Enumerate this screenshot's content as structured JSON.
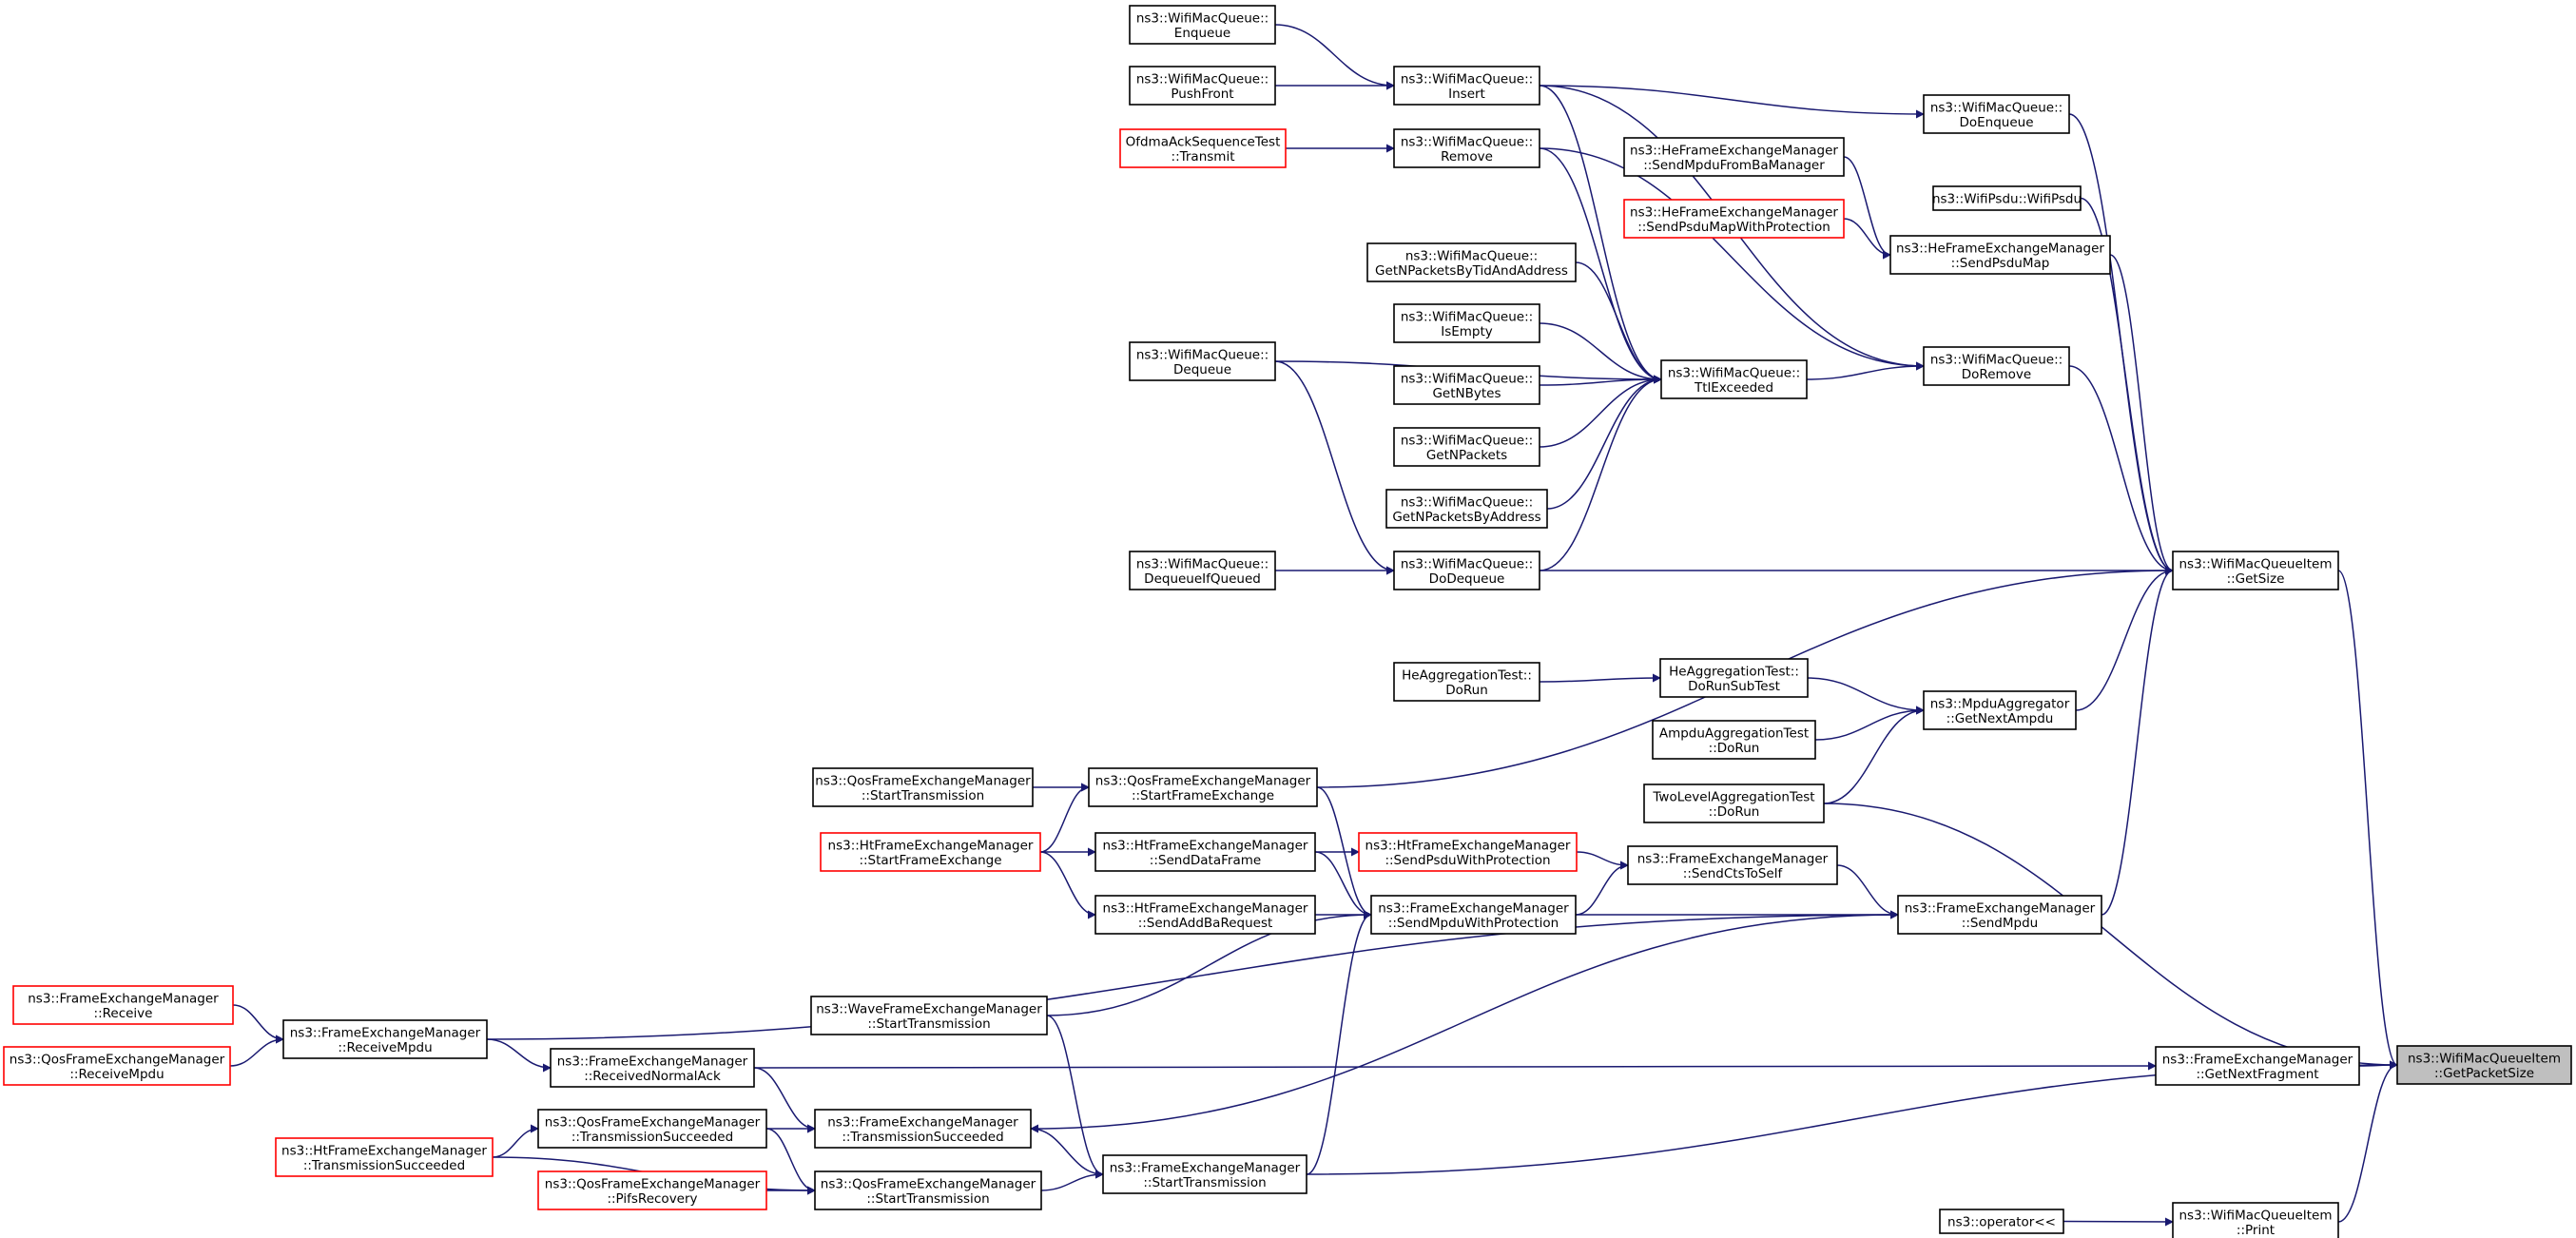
{
  "colors": {
    "edge": "#191970",
    "node_border": "#000000",
    "node_border_truncated": "#ff0000",
    "node_fill": "#ffffff",
    "focus_fill": "#bfbfbf"
  },
  "nodes": [
    {
      "id": "wmq_enqueue",
      "lines": [
        "ns3::WifiMacQueue::",
        "Enqueue"
      ]
    },
    {
      "id": "wmq_pushfront",
      "lines": [
        "ns3::WifiMacQueue::",
        "PushFront"
      ]
    },
    {
      "id": "wmq_insert",
      "lines": [
        "ns3::WifiMacQueue::",
        "Insert"
      ]
    },
    {
      "id": "wmq_doenqueue",
      "lines": [
        "ns3::WifiMacQueue::",
        "DoEnqueue"
      ]
    },
    {
      "id": "ofdma_transmit",
      "lines": [
        "OfdmaAckSequenceTest",
        "::Transmit"
      ],
      "style": "truncated"
    },
    {
      "id": "wmq_remove",
      "lines": [
        "ns3::WifiMacQueue::",
        "Remove"
      ]
    },
    {
      "id": "hefem_sendmpdufromba",
      "lines": [
        "ns3::HeFrameExchangeManager",
        "::SendMpduFromBaManager"
      ]
    },
    {
      "id": "wifipsdu",
      "lines": [
        "ns3::WifiPsdu::WifiPsdu"
      ]
    },
    {
      "id": "hefem_sendpsdumapwp",
      "lines": [
        "ns3::HeFrameExchangeManager",
        "::SendPsduMapWithProtection"
      ],
      "style": "truncated"
    },
    {
      "id": "hefem_sendpsdumap",
      "lines": [
        "ns3::HeFrameExchangeManager",
        "::SendPsduMap"
      ]
    },
    {
      "id": "wmq_getnpackets_tid",
      "lines": [
        "ns3::WifiMacQueue::",
        "GetNPacketsByTidAndAddress"
      ]
    },
    {
      "id": "wmq_isempty",
      "lines": [
        "ns3::WifiMacQueue::",
        "IsEmpty"
      ]
    },
    {
      "id": "wmq_dequeue",
      "lines": [
        "ns3::WifiMacQueue::",
        "Dequeue"
      ]
    },
    {
      "id": "wmq_ttlexceeded",
      "lines": [
        "ns3::WifiMacQueue::",
        "TtlExceeded"
      ]
    },
    {
      "id": "wmq_doremove",
      "lines": [
        "ns3::WifiMacQueue::",
        "DoRemove"
      ]
    },
    {
      "id": "wmq_getnbytes",
      "lines": [
        "ns3::WifiMacQueue::",
        "GetNBytes"
      ]
    },
    {
      "id": "wmq_getnpackets",
      "lines": [
        "ns3::WifiMacQueue::",
        "GetNPackets"
      ]
    },
    {
      "id": "wmq_getnpackets_addr",
      "lines": [
        "ns3::WifiMacQueue::",
        "GetNPacketsByAddress"
      ]
    },
    {
      "id": "wmq_dequeueifqueued",
      "lines": [
        "ns3::WifiMacQueue::",
        "DequeueIfQueued"
      ]
    },
    {
      "id": "wmq_dodequeue",
      "lines": [
        "ns3::WifiMacQueue::",
        "DoDequeue"
      ]
    },
    {
      "id": "wmqi_getsize",
      "lines": [
        "ns3::WifiMacQueueItem",
        "::GetSize"
      ]
    },
    {
      "id": "heagg_dorun",
      "lines": [
        "HeAggregationTest::",
        "DoRun"
      ]
    },
    {
      "id": "heagg_dorunsubtest",
      "lines": [
        "HeAggregationTest::",
        "DoRunSubTest"
      ]
    },
    {
      "id": "ampduagg_dorun",
      "lines": [
        "AmpduAggregationTest",
        "::DoRun"
      ]
    },
    {
      "id": "mpduagg_getnextampdu",
      "lines": [
        "ns3::MpduAggregator",
        "::GetNextAmpdu"
      ]
    },
    {
      "id": "qosfem_starttransmission_a",
      "lines": [
        "ns3::QosFrameExchangeManager",
        "::StartTransmission"
      ]
    },
    {
      "id": "qosfem_startframeexchange",
      "lines": [
        "ns3::QosFrameExchangeManager",
        "::StartFrameExchange"
      ]
    },
    {
      "id": "twolevel_dorun",
      "lines": [
        "TwoLevelAggregationTest",
        "::DoRun"
      ]
    },
    {
      "id": "htfem_startframeexchange",
      "lines": [
        "ns3::HtFrameExchangeManager",
        "::StartFrameExchange"
      ],
      "style": "truncated"
    },
    {
      "id": "htfem_senddataframe",
      "lines": [
        "ns3::HtFrameExchangeManager",
        "::SendDataFrame"
      ]
    },
    {
      "id": "htfem_sendpsduwp",
      "lines": [
        "ns3::HtFrameExchangeManager",
        "::SendPsduWithProtection"
      ],
      "style": "truncated"
    },
    {
      "id": "fem_sendctstoself",
      "lines": [
        "ns3::FrameExchangeManager",
        "::SendCtsToSelf"
      ]
    },
    {
      "id": "htfem_sendaddbarequest",
      "lines": [
        "ns3::HtFrameExchangeManager",
        "::SendAddBaRequest"
      ]
    },
    {
      "id": "fem_sendmpduwp",
      "lines": [
        "ns3::FrameExchangeManager",
        "::SendMpduWithProtection"
      ]
    },
    {
      "id": "fem_sendmpdu",
      "lines": [
        "ns3::FrameExchangeManager",
        "::SendMpdu"
      ]
    },
    {
      "id": "fem_receive",
      "lines": [
        "ns3::FrameExchangeManager",
        "::Receive"
      ],
      "style": "truncated"
    },
    {
      "id": "wavefem_starttransmission",
      "lines": [
        "ns3::WaveFrameExchangeManager",
        "::StartTransmission"
      ]
    },
    {
      "id": "fem_receivempdu",
      "lines": [
        "ns3::FrameExchangeManager",
        "::ReceiveMpdu"
      ]
    },
    {
      "id": "qosfem_receivempdu",
      "lines": [
        "ns3::QosFrameExchangeManager",
        "::ReceiveMpdu"
      ],
      "style": "truncated"
    },
    {
      "id": "fem_receivednormalack",
      "lines": [
        "ns3::FrameExchangeManager",
        "::ReceivedNormalAck"
      ]
    },
    {
      "id": "fem_getnextfragment",
      "lines": [
        "ns3::FrameExchangeManager",
        "::GetNextFragment"
      ]
    },
    {
      "id": "wmqi_getpacketsize",
      "lines": [
        "ns3::WifiMacQueueItem",
        "::GetPacketSize"
      ],
      "style": "focus"
    },
    {
      "id": "htfem_transmissionsucceeded",
      "lines": [
        "ns3::HtFrameExchangeManager",
        "::TransmissionSucceeded"
      ],
      "style": "truncated"
    },
    {
      "id": "qosfem_transmissionsucceeded",
      "lines": [
        "ns3::QosFrameExchangeManager",
        "::TransmissionSucceeded"
      ]
    },
    {
      "id": "fem_transmissionsucceeded",
      "lines": [
        "ns3::FrameExchangeManager",
        "::TransmissionSucceeded"
      ]
    },
    {
      "id": "fem_starttransmission",
      "lines": [
        "ns3::FrameExchangeManager",
        "::StartTransmission"
      ]
    },
    {
      "id": "qosfem_pifsrecovery",
      "lines": [
        "ns3::QosFrameExchangeManager",
        "::PifsRecovery"
      ],
      "style": "truncated"
    },
    {
      "id": "qosfem_starttransmission_b",
      "lines": [
        "ns3::QosFrameExchangeManager",
        "::StartTransmission"
      ]
    },
    {
      "id": "ns3_operator",
      "lines": [
        "ns3::operator<<"
      ]
    },
    {
      "id": "wmqi_print",
      "lines": [
        "ns3::WifiMacQueueItem",
        "::Print"
      ]
    }
  ],
  "edges": [
    [
      "wmq_enqueue",
      "wmq_insert"
    ],
    [
      "wmq_pushfront",
      "wmq_insert"
    ],
    [
      "wmq_insert",
      "wmq_doenqueue"
    ],
    [
      "wmq_insert",
      "wmq_ttlexceeded"
    ],
    [
      "wmq_insert",
      "wmq_doremove"
    ],
    [
      "ofdma_transmit",
      "wmq_remove"
    ],
    [
      "wmq_remove",
      "wmq_ttlexceeded"
    ],
    [
      "wmq_remove",
      "wmq_doremove"
    ],
    [
      "hefem_sendmpdufromba",
      "hefem_sendpsdumap"
    ],
    [
      "hefem_sendpsdumapwp",
      "hefem_sendpsdumap"
    ],
    [
      "wmq_getnpackets_tid",
      "wmq_ttlexceeded"
    ],
    [
      "wmq_isempty",
      "wmq_ttlexceeded"
    ],
    [
      "wmq_dequeue",
      "wmq_ttlexceeded"
    ],
    [
      "wmq_getnbytes",
      "wmq_ttlexceeded"
    ],
    [
      "wmq_getnpackets",
      "wmq_ttlexceeded"
    ],
    [
      "wmq_getnpackets_addr",
      "wmq_ttlexceeded"
    ],
    [
      "wmq_dodequeue",
      "wmq_ttlexceeded"
    ],
    [
      "wmq_ttlexceeded",
      "wmq_doremove"
    ],
    [
      "wmq_dequeue",
      "wmq_dodequeue"
    ],
    [
      "wmq_dequeueifqueued",
      "wmq_dodequeue"
    ],
    [
      "wmq_doenqueue",
      "wmqi_getsize"
    ],
    [
      "wifipsdu",
      "wmqi_getsize"
    ],
    [
      "hefem_sendpsdumap",
      "wmqi_getsize"
    ],
    [
      "wmq_doremove",
      "wmqi_getsize"
    ],
    [
      "wmq_dodequeue",
      "wmqi_getsize"
    ],
    [
      "qosfem_startframeexchange",
      "wmqi_getsize"
    ],
    [
      "mpduagg_getnextampdu",
      "wmqi_getsize"
    ],
    [
      "fem_sendmpdu",
      "wmqi_getsize"
    ],
    [
      "heagg_dorun",
      "heagg_dorunsubtest"
    ],
    [
      "heagg_dorunsubtest",
      "mpduagg_getnextampdu"
    ],
    [
      "ampduagg_dorun",
      "mpduagg_getnextampdu"
    ],
    [
      "twolevel_dorun",
      "mpduagg_getnextampdu"
    ],
    [
      "qosfem_starttransmission_a",
      "qosfem_startframeexchange"
    ],
    [
      "htfem_startframeexchange",
      "qosfem_startframeexchange"
    ],
    [
      "htfem_startframeexchange",
      "htfem_senddataframe"
    ],
    [
      "htfem_startframeexchange",
      "htfem_sendaddbarequest"
    ],
    [
      "htfem_senddataframe",
      "htfem_sendpsduwp"
    ],
    [
      "htfem_sendpsduwp",
      "fem_sendctstoself"
    ],
    [
      "fem_sendmpduwp",
      "fem_sendctstoself"
    ],
    [
      "fem_sendctstoself",
      "fem_sendmpdu"
    ],
    [
      "qosfem_startframeexchange",
      "fem_sendmpduwp"
    ],
    [
      "htfem_senddataframe",
      "fem_sendmpduwp"
    ],
    [
      "htfem_sendaddbarequest",
      "fem_sendmpduwp"
    ],
    [
      "wavefem_starttransmission",
      "fem_sendmpduwp"
    ],
    [
      "fem_starttransmission",
      "fem_sendmpduwp"
    ],
    [
      "fem_sendmpduwp",
      "fem_sendmpdu"
    ],
    [
      "fem_receivempdu",
      "fem_sendmpdu"
    ],
    [
      "fem_receive",
      "fem_receivempdu"
    ],
    [
      "qosfem_receivempdu",
      "fem_receivempdu"
    ],
    [
      "fem_receivempdu",
      "fem_receivednormalack"
    ],
    [
      "fem_receivednormalack",
      "fem_getnextfragment"
    ],
    [
      "fem_getnextfragment",
      "wmqi_getpacketsize"
    ],
    [
      "wmqi_getsize",
      "wmqi_getpacketsize"
    ],
    [
      "twolevel_dorun",
      "wmqi_getpacketsize"
    ],
    [
      "fem_starttransmission",
      "wmqi_getpacketsize"
    ],
    [
      "wmqi_print",
      "wmqi_getpacketsize"
    ],
    [
      "ns3_operator",
      "wmqi_print"
    ],
    [
      "fem_receivednormalack",
      "fem_transmissionsucceeded"
    ],
    [
      "fem_sendmpdu",
      "fem_transmissionsucceeded"
    ],
    [
      "htfem_transmissionsucceeded",
      "qosfem_transmissionsucceeded"
    ],
    [
      "qosfem_transmissionsucceeded",
      "fem_transmissionsucceeded"
    ],
    [
      "fem_transmissionsucceeded",
      "fem_starttransmission"
    ],
    [
      "qosfem_transmissionsucceeded",
      "qosfem_starttransmission_b"
    ],
    [
      "htfem_transmissionsucceeded",
      "qosfem_starttransmission_b"
    ],
    [
      "qosfem_pifsrecovery",
      "qosfem_starttransmission_b"
    ],
    [
      "qosfem_starttransmission_b",
      "fem_starttransmission"
    ],
    [
      "wavefem_starttransmission",
      "fem_starttransmission"
    ]
  ]
}
